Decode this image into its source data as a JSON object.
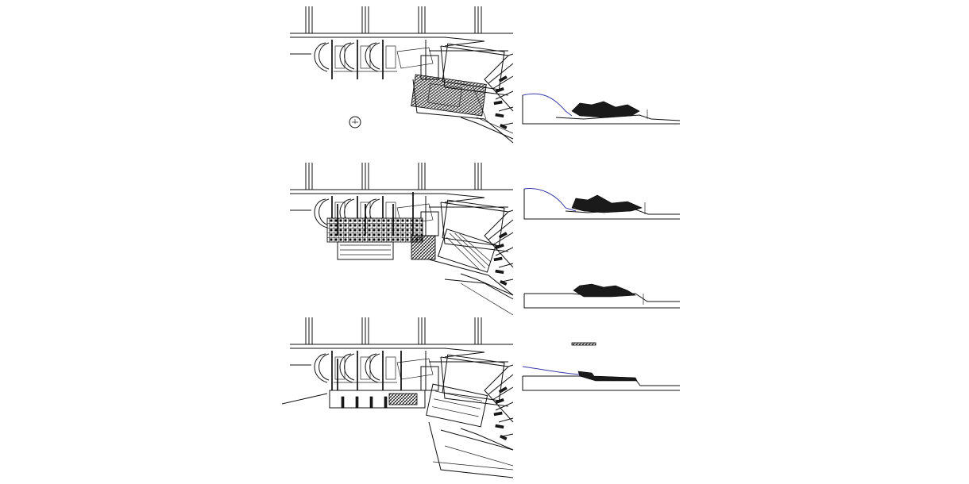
{
  "drawing": {
    "panels": [
      "plan-top",
      "plan-middle",
      "plan-bottom"
    ],
    "sections": [
      "section-1",
      "section-2",
      "section-3",
      "section-4"
    ],
    "colors": {
      "ink": "#111111",
      "terrain_line": "#3a3aa8",
      "background": "#ffffff"
    }
  }
}
